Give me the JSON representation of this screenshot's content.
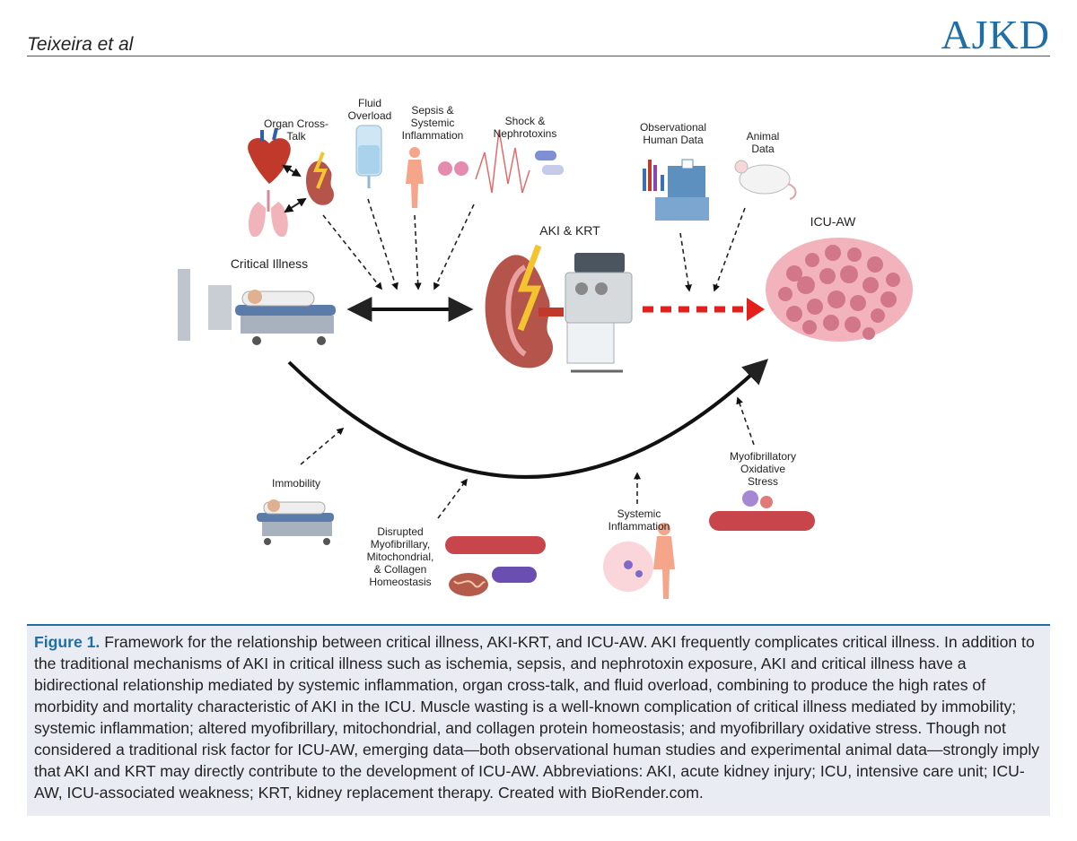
{
  "header": {
    "author": "Teixeira et al",
    "journal": "AJKD"
  },
  "labels": {
    "organ_cross_talk": "Organ Cross-\nTalk",
    "fluid_overload": "Fluid\nOverload",
    "sepsis": "Sepsis &\nSystemic\nInflammation",
    "shock": "Shock &\nNephrotoxins",
    "critical_illness": "Critical Illness",
    "aki_krt": "AKI & KRT",
    "observational": "Observational\nHuman Data",
    "animal": "Animal\nData",
    "icu_aw": "ICU-AW",
    "immobility": "Immobility",
    "disrupted": "Disrupted\nMyofibrillary,\nMitochondrial,\n& Collagen\nHomeostasis",
    "systemic_inflammation": "Systemic\nInflammation",
    "oxidative": "Myofibrillatory\nOxidative\nStress"
  },
  "caption": {
    "title": "Figure 1.",
    "text": " Framework for the relationship between critical illness, AKI-KRT, and ICU-AW. AKI frequently complicates critical illness. In addition to the traditional mechanisms of AKI in critical illness such as ischemia, sepsis, and nephrotoxin exposure, AKI and critical illness have a bidirectional relationship mediated by systemic inflammation, organ cross-talk, and fluid overload, combining to produce the high rates of morbidity and mortality characteristic of AKI in the ICU. Muscle wasting is a well-known complication of critical illness mediated by immobility; systemic inflammation; altered myofibrillary, mitochondrial, and collagen protein homeostasis; and myofibrillary oxidative stress. Though not considered a traditional risk factor for ICU-AW, emerging data—both observational human studies and experimental animal data—strongly imply that AKI and KRT may directly contribute to the development of ICU-AW. Abbreviations: AKI, acute kidney injury; ICU, intensive care unit; ICU-AW, ICU-associated weakness; KRT, kidney replacement therapy. Created with BioRender.com."
  },
  "colors": {
    "brand": "#1f6ea5",
    "arrow_red": "#e3201b",
    "muscle": "#c8464b",
    "kidney": "#b5544a"
  }
}
